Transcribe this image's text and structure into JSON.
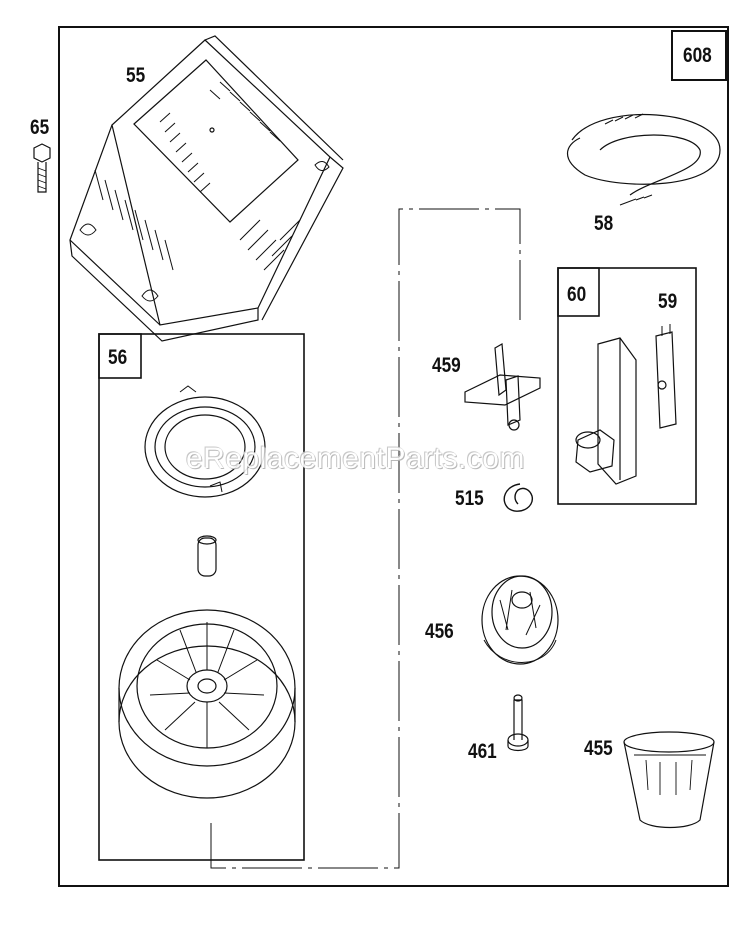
{
  "diagram_id": "608",
  "watermark": "eReplacementParts.com",
  "parts": {
    "p55": "55",
    "p65": "65",
    "p58": "58",
    "p459": "459",
    "p515": "515",
    "p456": "456",
    "p461": "461",
    "p455": "455",
    "p59": "59"
  },
  "kits": {
    "kit56": "56",
    "kit60": "60"
  }
}
